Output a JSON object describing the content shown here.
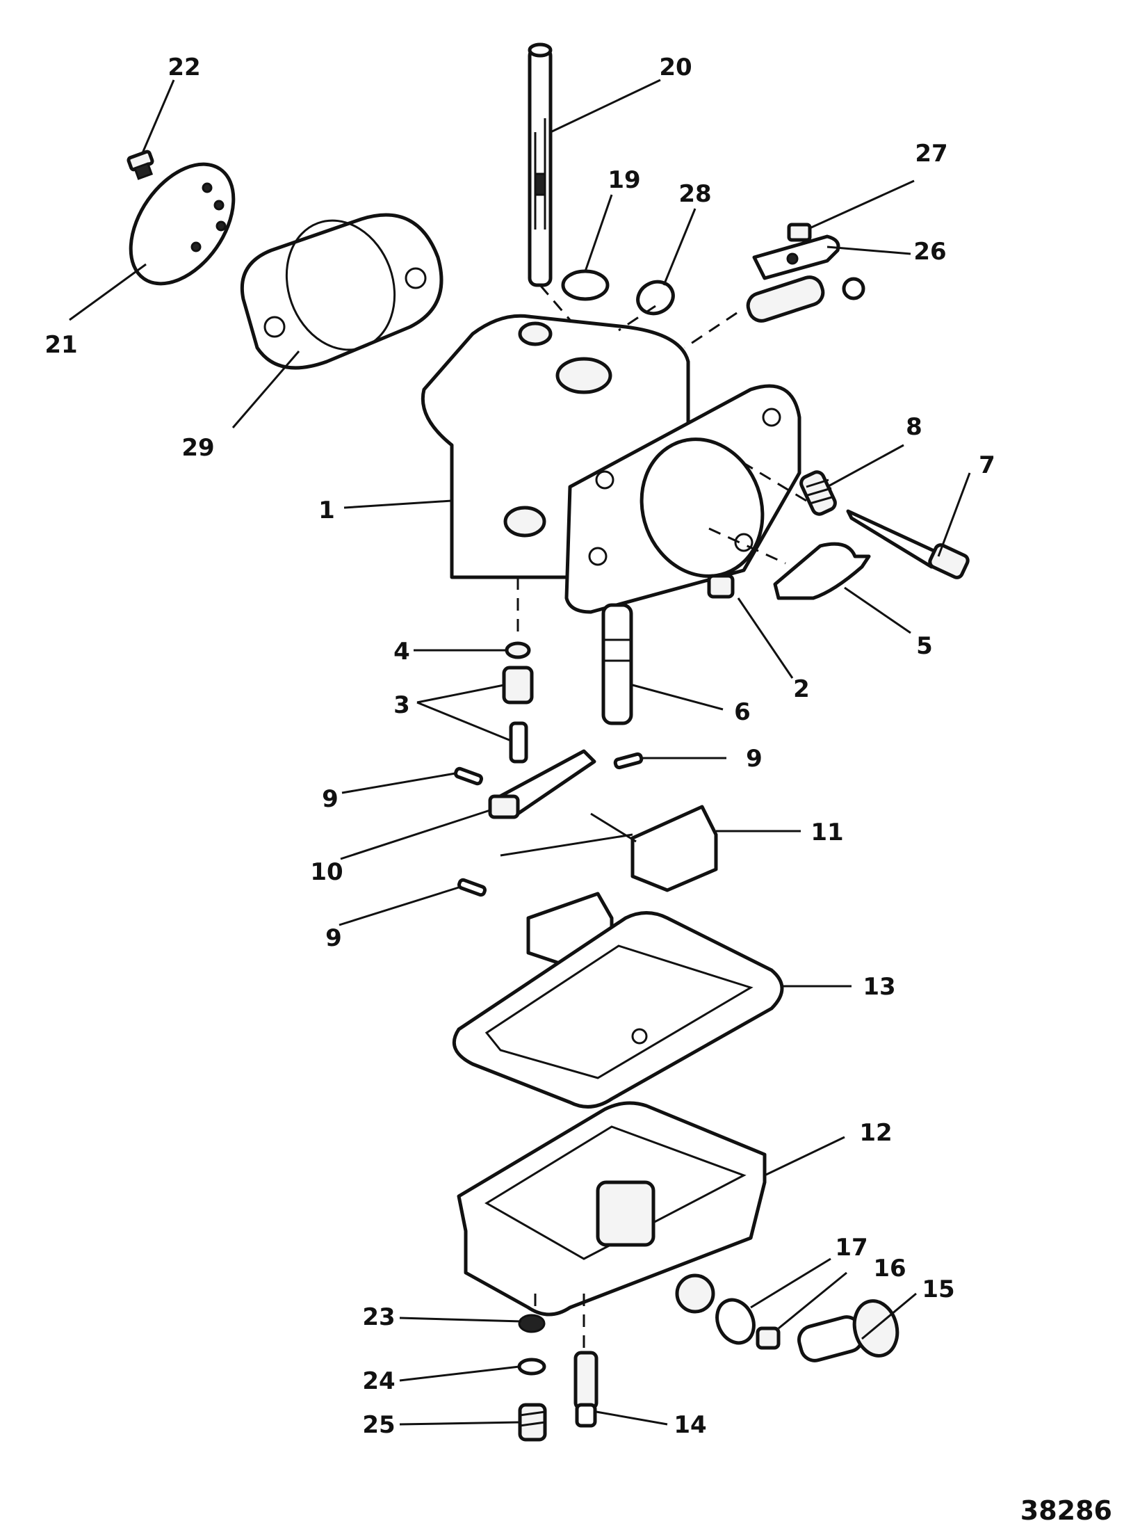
{
  "diagram": {
    "figure_number": "38286",
    "callouts": [
      "1",
      "2",
      "3",
      "4",
      "5",
      "6",
      "7",
      "8",
      "9",
      "9",
      "9",
      "10",
      "11",
      "12",
      "13",
      "14",
      "15",
      "16",
      "17",
      "19",
      "20",
      "21",
      "22",
      "23",
      "24",
      "25",
      "26",
      "27",
      "28",
      "29"
    ],
    "parts": [
      "carburetor-body",
      "screw-2",
      "fuel-inlet-needle-seat",
      "gasket-4",
      "lever-5",
      "shaft-6",
      "idle-mixture-needle",
      "spring-8",
      "float-pin",
      "float-arm-10",
      "float-11",
      "float-bowl",
      "bowl-gasket",
      "main-jet-14",
      "drain-plug-15",
      "drain-screw-16",
      "washer-17",
      "welch-plug-19",
      "throttle-shaft-20",
      "cover-plate-21",
      "screw-22",
      "washer-23",
      "washer-24",
      "spring-25",
      "lever-assembly-26",
      "screw-27",
      "welch-plug-28",
      "mounting-gasket-29"
    ]
  }
}
